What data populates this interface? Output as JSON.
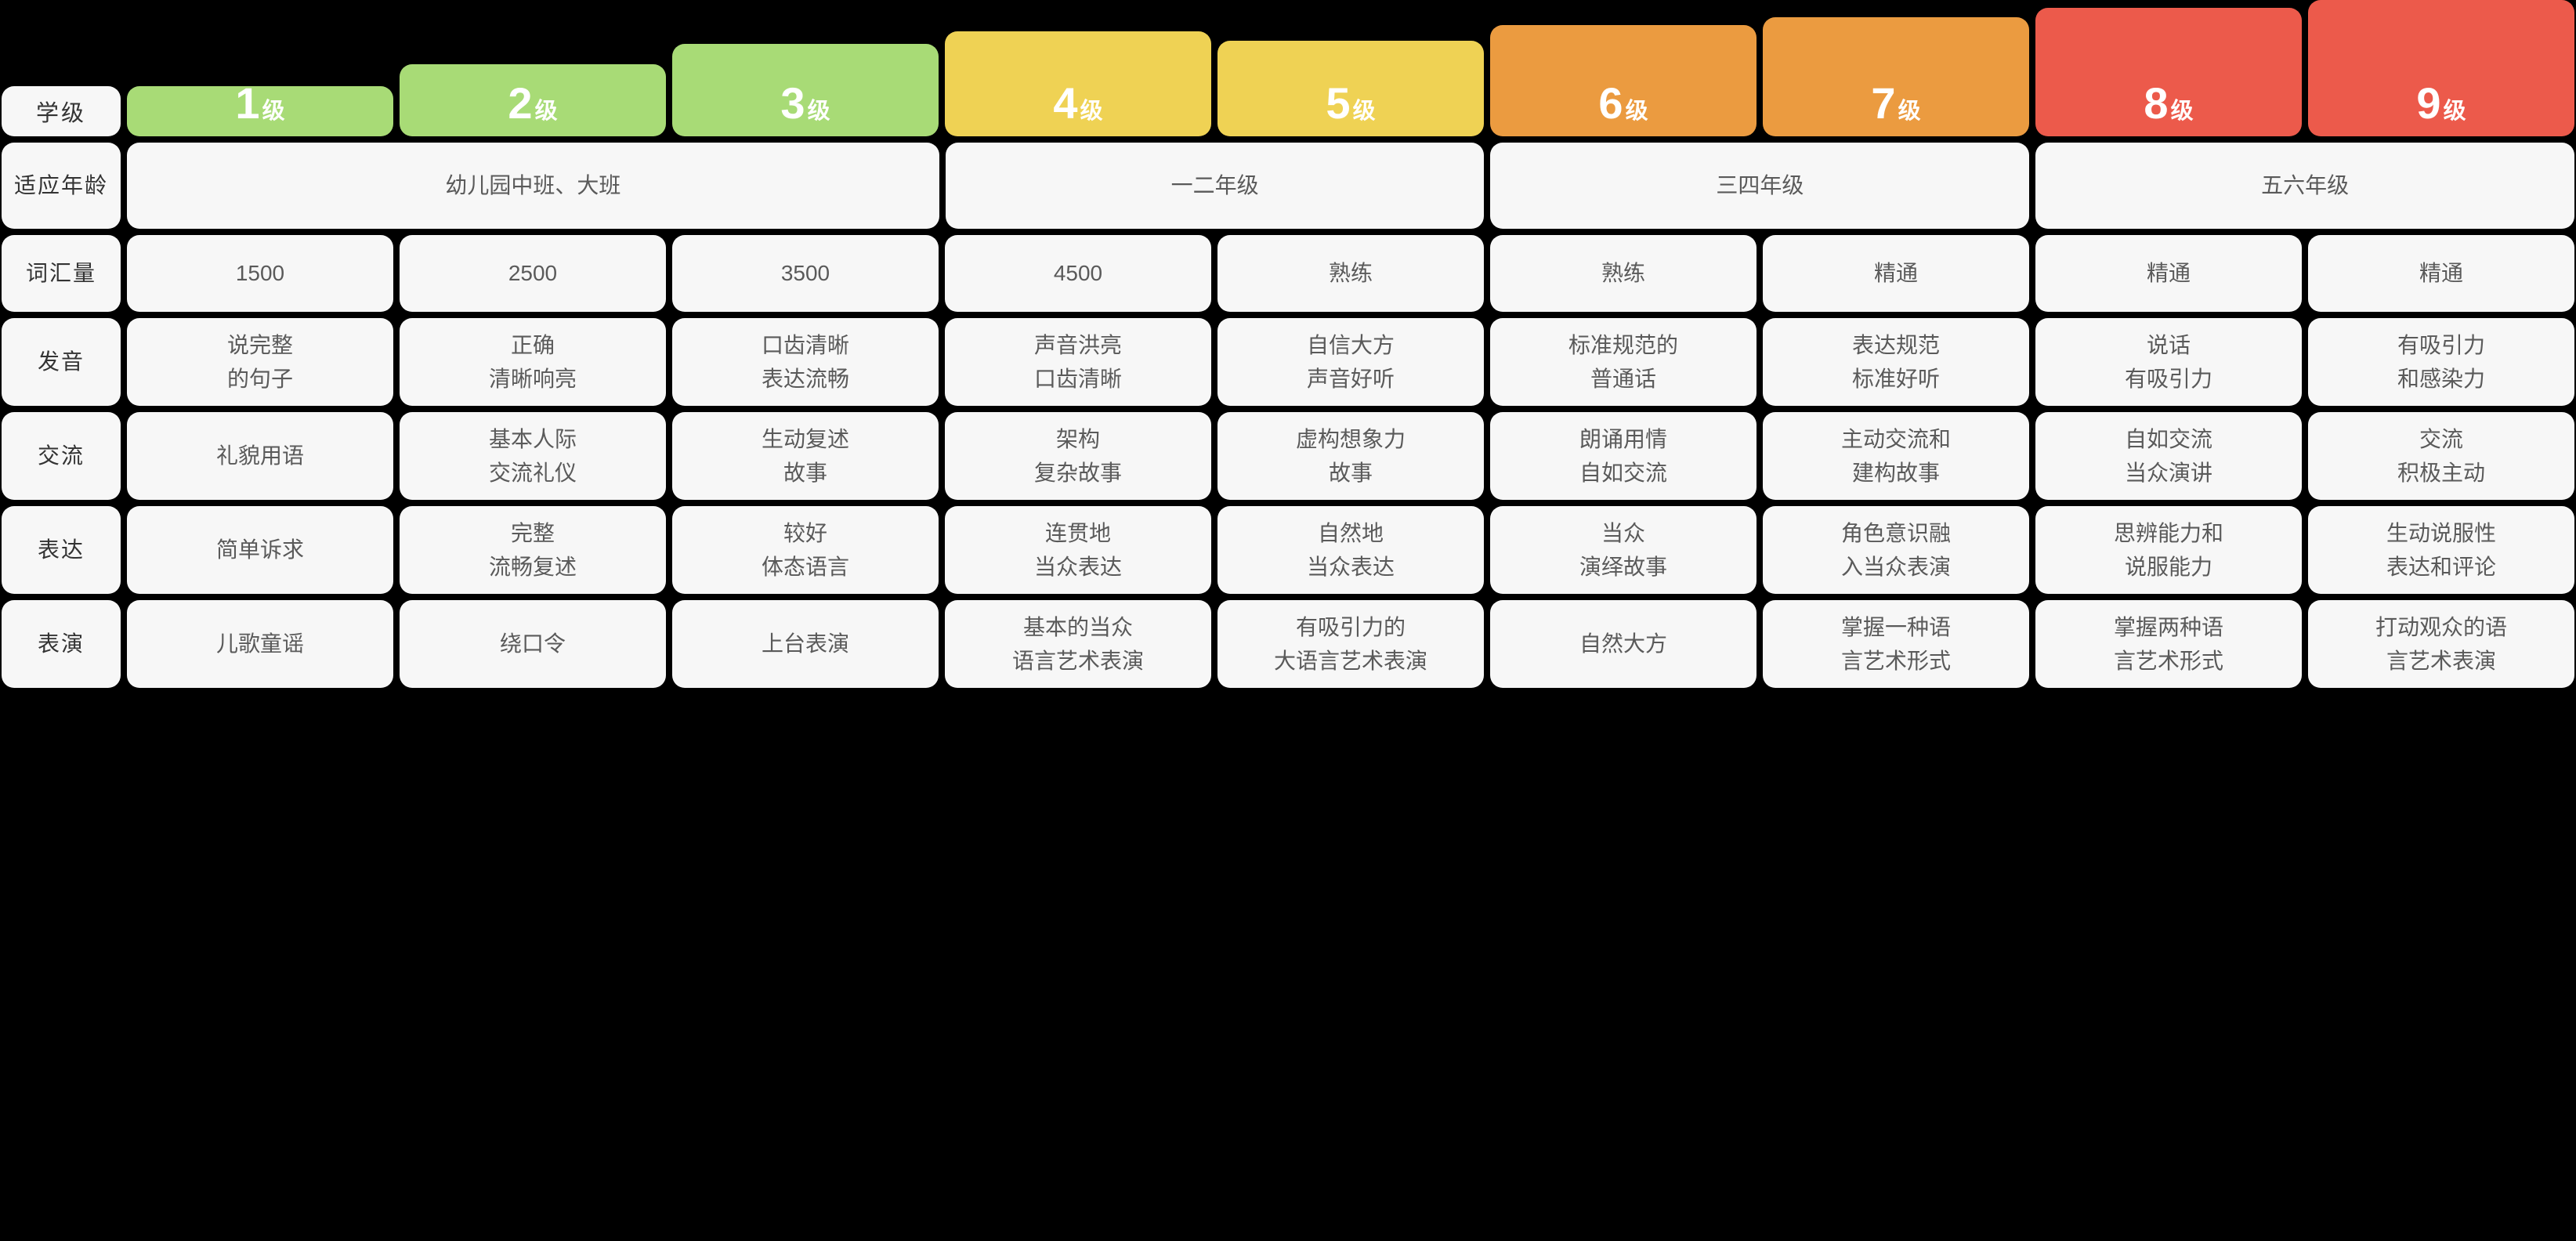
{
  "header": {
    "row_label": "学级",
    "levels": [
      {
        "num": "1",
        "suffix": "级",
        "color": "#a8db76",
        "height": 64
      },
      {
        "num": "2",
        "suffix": "级",
        "color": "#a8db76",
        "height": 92
      },
      {
        "num": "3",
        "suffix": "级",
        "color": "#a8db76",
        "height": 118
      },
      {
        "num": "4",
        "suffix": "级",
        "color": "#efd254",
        "height": 134
      },
      {
        "num": "5",
        "suffix": "级",
        "color": "#efd254",
        "height": 122
      },
      {
        "num": "6",
        "suffix": "级",
        "color": "#eb9b40",
        "height": 142
      },
      {
        "num": "7",
        "suffix": "级",
        "color": "#eb9b40",
        "height": 152
      },
      {
        "num": "8",
        "suffix": "级",
        "color": "#ec5a4b",
        "height": 164
      },
      {
        "num": "9",
        "suffix": "级",
        "color": "#ec5a4b",
        "height": 174
      }
    ]
  },
  "rows": [
    {
      "key": "age",
      "label": "适应年龄",
      "merged": true,
      "cells": [
        {
          "span": 3,
          "lines": [
            "幼儿园中班、大班"
          ]
        },
        {
          "span": 2,
          "lines": [
            "一二年级"
          ]
        },
        {
          "span": 2,
          "lines": [
            "三四年级"
          ]
        },
        {
          "span": 2,
          "lines": [
            "五六年级"
          ]
        }
      ]
    },
    {
      "key": "vocab",
      "label": "词汇量",
      "merged": false,
      "cells": [
        {
          "span": 1,
          "lines": [
            "1500"
          ]
        },
        {
          "span": 1,
          "lines": [
            "2500"
          ]
        },
        {
          "span": 1,
          "lines": [
            "3500"
          ]
        },
        {
          "span": 1,
          "lines": [
            "4500"
          ]
        },
        {
          "span": 1,
          "lines": [
            "熟练"
          ]
        },
        {
          "span": 1,
          "lines": [
            "熟练"
          ]
        },
        {
          "span": 1,
          "lines": [
            "精通"
          ]
        },
        {
          "span": 1,
          "lines": [
            "精通"
          ]
        },
        {
          "span": 1,
          "lines": [
            "精通"
          ]
        }
      ]
    },
    {
      "key": "pronunciation",
      "label": "发音",
      "merged": false,
      "cells": [
        {
          "span": 1,
          "lines": [
            "说完整",
            "的句子"
          ]
        },
        {
          "span": 1,
          "lines": [
            "正确",
            "清晰响亮"
          ]
        },
        {
          "span": 1,
          "lines": [
            "口齿清晰",
            "表达流畅"
          ]
        },
        {
          "span": 1,
          "lines": [
            "声音洪亮",
            "口齿清晰"
          ]
        },
        {
          "span": 1,
          "lines": [
            "自信大方",
            "声音好听"
          ]
        },
        {
          "span": 1,
          "lines": [
            "标准规范的",
            "普通话"
          ]
        },
        {
          "span": 1,
          "lines": [
            "表达规范",
            "标准好听"
          ]
        },
        {
          "span": 1,
          "lines": [
            "说话",
            "有吸引力"
          ]
        },
        {
          "span": 1,
          "lines": [
            "有吸引力",
            "和感染力"
          ]
        }
      ]
    },
    {
      "key": "communication",
      "label": "交流",
      "merged": false,
      "cells": [
        {
          "span": 1,
          "lines": [
            "礼貌用语"
          ]
        },
        {
          "span": 1,
          "lines": [
            "基本人际",
            "交流礼仪"
          ]
        },
        {
          "span": 1,
          "lines": [
            "生动复述",
            "故事"
          ]
        },
        {
          "span": 1,
          "lines": [
            "架构",
            "复杂故事"
          ]
        },
        {
          "span": 1,
          "lines": [
            "虚构想象力",
            "故事"
          ]
        },
        {
          "span": 1,
          "lines": [
            "朗诵用情",
            "自如交流"
          ]
        },
        {
          "span": 1,
          "lines": [
            "主动交流和",
            "建构故事"
          ]
        },
        {
          "span": 1,
          "lines": [
            "自如交流",
            "当众演讲"
          ]
        },
        {
          "span": 1,
          "lines": [
            "交流",
            "积极主动"
          ]
        }
      ]
    },
    {
      "key": "expression",
      "label": "表达",
      "merged": false,
      "cells": [
        {
          "span": 1,
          "lines": [
            "简单诉求"
          ]
        },
        {
          "span": 1,
          "lines": [
            "完整",
            "流畅复述"
          ]
        },
        {
          "span": 1,
          "lines": [
            "较好",
            "体态语言"
          ]
        },
        {
          "span": 1,
          "lines": [
            "连贯地",
            "当众表达"
          ]
        },
        {
          "span": 1,
          "lines": [
            "自然地",
            "当众表达"
          ]
        },
        {
          "span": 1,
          "lines": [
            "当众",
            "演绎故事"
          ]
        },
        {
          "span": 1,
          "lines": [
            "角色意识融",
            "入当众表演"
          ]
        },
        {
          "span": 1,
          "lines": [
            "思辨能力和",
            "说服能力"
          ]
        },
        {
          "span": 1,
          "lines": [
            "生动说服性",
            "表达和评论"
          ]
        }
      ]
    },
    {
      "key": "performance",
      "label": "表演",
      "merged": false,
      "cells": [
        {
          "span": 1,
          "lines": [
            "儿歌童谣"
          ]
        },
        {
          "span": 1,
          "lines": [
            "绕口令"
          ]
        },
        {
          "span": 1,
          "lines": [
            "上台表演"
          ]
        },
        {
          "span": 1,
          "lines": [
            "基本的当众",
            "语言艺术表演"
          ]
        },
        {
          "span": 1,
          "lines": [
            "有吸引力的",
            "大语言艺术表演"
          ]
        },
        {
          "span": 1,
          "lines": [
            "自然大方"
          ]
        },
        {
          "span": 1,
          "lines": [
            "掌握一种语",
            "言艺术形式"
          ]
        },
        {
          "span": 1,
          "lines": [
            "掌握两种语",
            "言艺术形式"
          ]
        },
        {
          "span": 1,
          "lines": [
            "打动观众的语",
            "言艺术表演"
          ]
        }
      ]
    }
  ],
  "colors": {
    "background": "#000000",
    "card": "#f7f7f7",
    "label_text": "#333333",
    "body_text": "#5a5a5a",
    "green": "#a8db76",
    "yellow": "#efd254",
    "orange": "#eb9b40",
    "red": "#ec5a4b"
  }
}
